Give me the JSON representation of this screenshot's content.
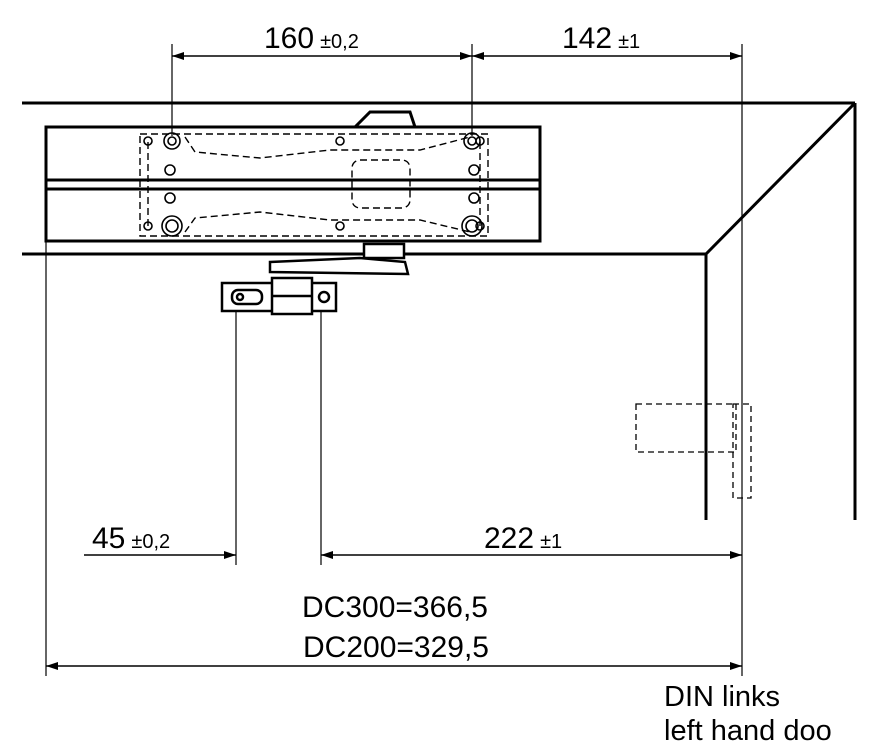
{
  "dimensions": {
    "hole_spacing": {
      "value": "160",
      "tolerance": "±0,2"
    },
    "edge_offset": {
      "value": "142",
      "tolerance": "±1"
    },
    "arm_offset": {
      "value": "45",
      "tolerance": "±0,2"
    },
    "arm_to_edge": {
      "value": "222",
      "tolerance": "±1"
    },
    "overall_dc300": "DC300=366,5",
    "overall_dc200": "DC200=329,5"
  },
  "orientation": {
    "line1": "DIN links",
    "line2": "left hand doo"
  }
}
